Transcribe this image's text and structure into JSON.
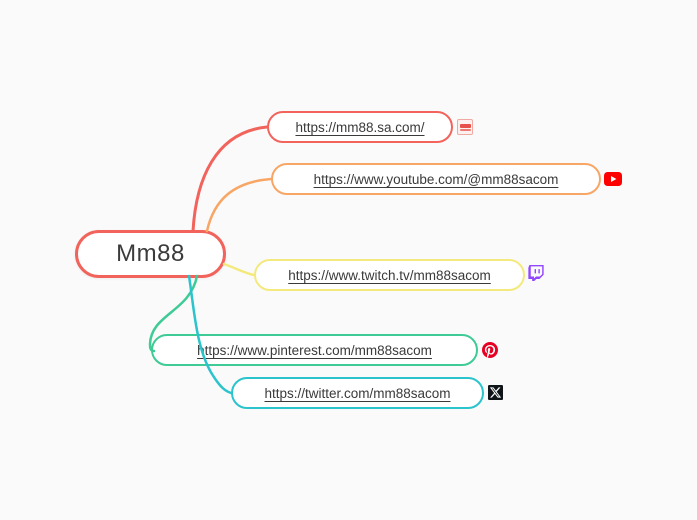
{
  "app": {
    "background": "#fafafa"
  },
  "root": {
    "label": "Mm88",
    "border_color": "#f2635c"
  },
  "branches": [
    {
      "label": "https://mm88.sa.com/",
      "border_color": "#f2635c",
      "connector_color": "#f2635c",
      "icon": "mm88-favicon"
    },
    {
      "label": "https://www.youtube.com/@mm88sacom",
      "border_color": "#f8a666",
      "connector_color": "#f8a666",
      "icon": "youtube-icon"
    },
    {
      "label": "https://www.twitch.tv/mm88sacom",
      "border_color": "#f3e97d",
      "connector_color": "#f3e97d",
      "icon": "twitch-icon"
    },
    {
      "label": "https://www.pinterest.com/mm88sacom",
      "border_color": "#3ecb96",
      "connector_color": "#3ecb96",
      "icon": "pinterest-icon"
    },
    {
      "label": "https://twitter.com/mm88sacom",
      "border_color": "#2bc4cd",
      "connector_color": "#2bc4cd",
      "icon": "x-icon"
    }
  ],
  "icon_colors": {
    "mm88_band": "#e8504a",
    "youtube": "#ff0000",
    "twitch": "#9146ff",
    "pinterest": "#e60023",
    "x_bg": "#0f1419"
  }
}
